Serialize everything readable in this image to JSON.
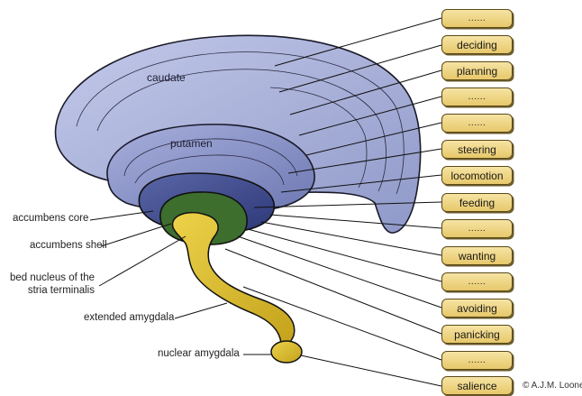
{
  "colors": {
    "caudate": "#aab3d8",
    "putamen": "#8e98c9",
    "accumbens_core": "#4d5a96",
    "accumbens_shell": "#3d6e2e",
    "amygdala": "#d8b832",
    "function_box": "#eed687"
  },
  "region_labels": {
    "caudate": "caudate",
    "putamen": "putamen"
  },
  "left_labels": {
    "accumbens_core": "accumbens core",
    "accumbens_shell": "accumbens shell",
    "bed_nucleus_line1": "bed nucleus of the",
    "bed_nucleus_line2": "stria terminalis",
    "extended_amygdala": "extended amygdala",
    "nuclear_amygdala": "nuclear amygdala"
  },
  "function_boxes": [
    "......",
    "deciding",
    "planning",
    "......",
    "......",
    "steering",
    "locomotion",
    "feeding",
    "......",
    "wanting",
    "......",
    "avoiding",
    "panicking",
    "......",
    "salience"
  ],
  "copyright": "© A.J.M. Loonen"
}
